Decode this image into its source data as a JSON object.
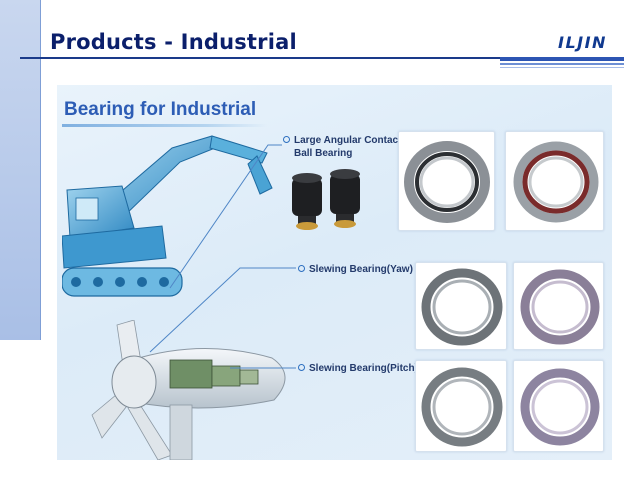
{
  "slide": {
    "title": "Products - Industrial",
    "logo_text": "ILJIN"
  },
  "panel": {
    "heading": "Bearing for Industrial",
    "labels": {
      "angular_line1": "Large Angular Contact",
      "angular_line2": "Ball Bearing",
      "yaw": "Slewing Bearing(Yaw)",
      "pitch": "Slewing Bearing(Pitch)"
    }
  },
  "colors": {
    "title": "#0b1f6b",
    "accent": "#2d55b3",
    "heading": "#2d5db5",
    "panel_bg": "#e4eff9"
  }
}
